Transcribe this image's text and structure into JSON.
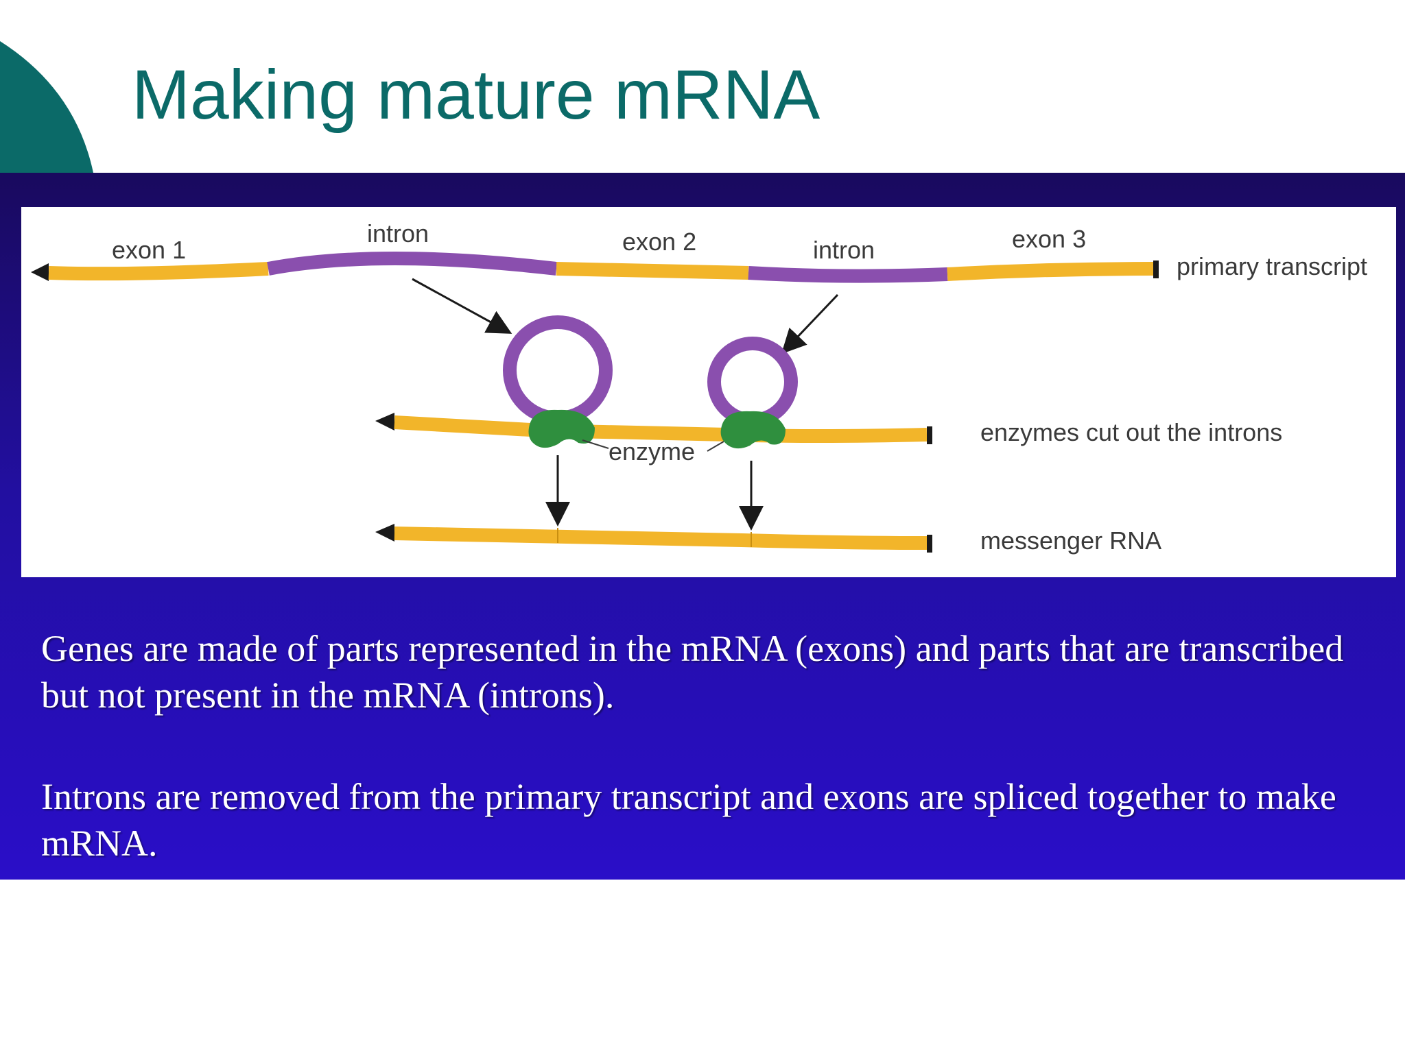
{
  "slide": {
    "title": "Making mature mRNA"
  },
  "colors": {
    "title": "#0b6a68",
    "accent_shape": "#0b6a68",
    "panel_top": "#190a5e",
    "panel_bottom": "#2a0ec8",
    "exon": "#f2b52a",
    "intron": "#8a4fae",
    "enzyme": "#2f8f3e"
  },
  "diagram": {
    "labels": {
      "exon_1": "exon 1",
      "intron_1": "intron",
      "exon_2": "exon 2",
      "intron_2": "intron",
      "exon_3": "exon 3",
      "enzyme": "enzyme"
    },
    "rows": {
      "primary": "primary transcript",
      "cut": "enzymes cut out the introns",
      "mrna": "messenger RNA"
    }
  },
  "text": {
    "paragraph_1": "Genes are made of parts represented in the mRNA (exons) and parts that are transcribed but not present in the mRNA (introns).",
    "paragraph_2": "Introns are removed from the primary transcript and exons are spliced together to make mRNA."
  }
}
